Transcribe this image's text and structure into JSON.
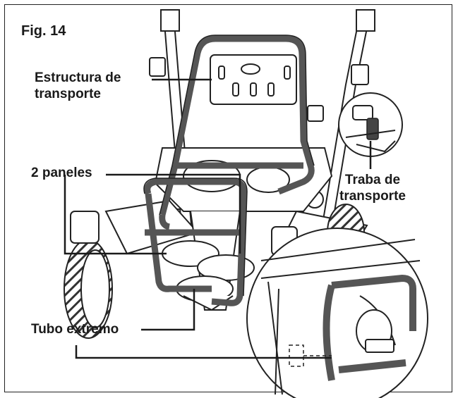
{
  "figure": {
    "number_label": "Fig. 14"
  },
  "callouts": {
    "estructura_line1": "Estructura de",
    "estructura_line2": "transporte",
    "paneles": "2 paneles",
    "traba_line1": "Traba de",
    "traba_line2": "transporte",
    "tubo": "Tubo extremo"
  },
  "colors": {
    "outline": "#222222",
    "frame_gray": "#6b6b6b",
    "frame_dark": "#3a3a3a",
    "background": "#ffffff"
  }
}
